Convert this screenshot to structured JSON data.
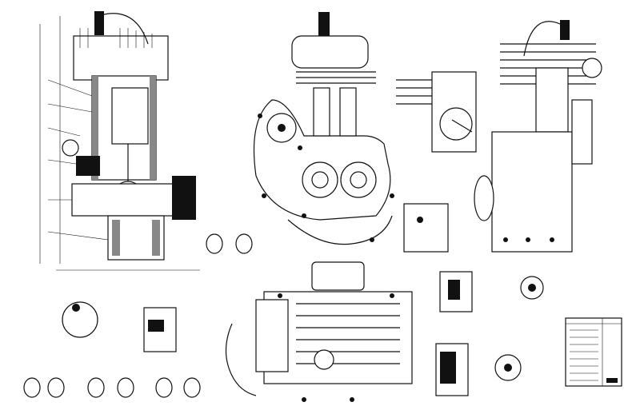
{
  "drawing": {
    "type": "engine assembly technical drawing",
    "views": [
      "longitudinal-section",
      "front-view",
      "side-view",
      "plan-view",
      "detail-views",
      "spec-table"
    ]
  },
  "colors": {
    "ink": "#111111",
    "paper": "#ffffff",
    "hatch": "#888888"
  }
}
